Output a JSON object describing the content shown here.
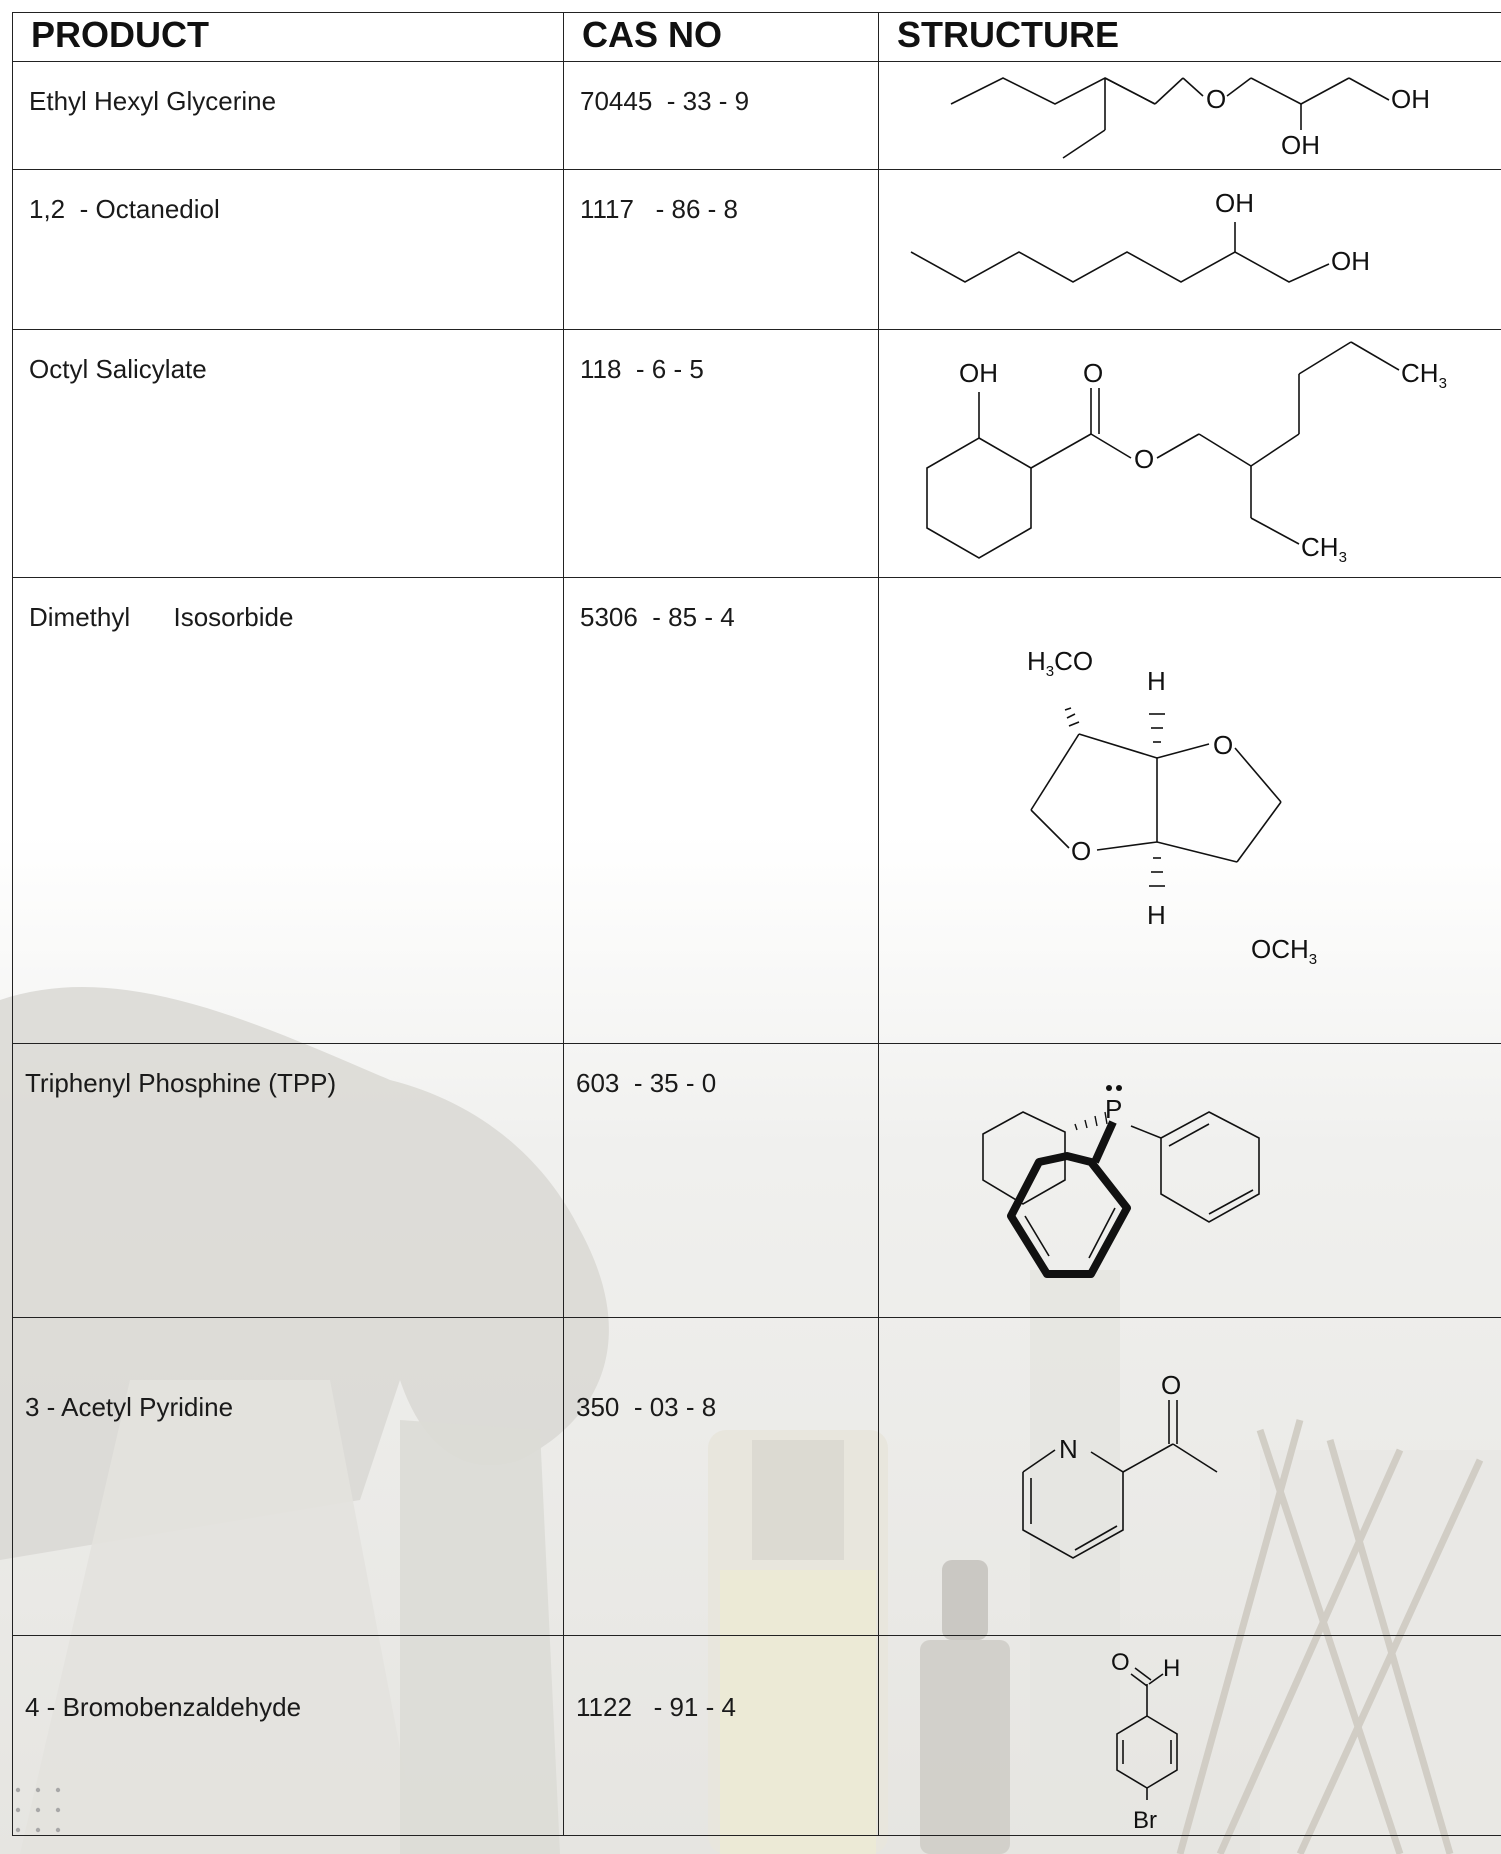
{
  "table": {
    "headers": {
      "product": "PRODUCT",
      "cas": "CAS NO",
      "structure": "STRUCTURE"
    },
    "rows": [
      {
        "product": "Ethyl Hexyl Glycerine",
        "cas": "70445  - 33 - 9",
        "labels": {
          "o": "O",
          "oh1": "OH",
          "oh2": "OH"
        }
      },
      {
        "product": "1,2  - Octanediol",
        "cas": "1117   - 86 - 8",
        "labels": {
          "oh1": "OH",
          "oh2": "OH"
        }
      },
      {
        "product": "Octyl Salicylate",
        "cas": "118  - 6 - 5",
        "labels": {
          "oh": "OH",
          "o1": "O",
          "o2": "O",
          "ch3a": "CH",
          "ch3a_sub": "3",
          "ch3b": "CH",
          "ch3b_sub": "3"
        }
      },
      {
        "product": "Dimethyl      Isosorbide",
        "cas": "5306  - 85 - 4",
        "labels": {
          "h3co_h": "H",
          "h3co_sub": "3",
          "h3co_co": "CO",
          "h1": "H",
          "o1": "O",
          "o2": "O",
          "h2": "H",
          "och3": "OCH",
          "och3_sub": "3"
        }
      },
      {
        "product": "Triphenyl Phosphine (TPP)",
        "cas": "603  - 35 - 0",
        "labels": {
          "p": "P"
        }
      },
      {
        "product": "3 - Acetyl Pyridine",
        "cas": "350  - 03 - 8",
        "labels": {
          "o": "O",
          "n": "N"
        }
      },
      {
        "product": "4 - Bromobenzaldehyde",
        "cas": "1122   - 91 - 4",
        "labels": {
          "o": "O",
          "h": "H",
          "br": "Br"
        }
      }
    ]
  }
}
